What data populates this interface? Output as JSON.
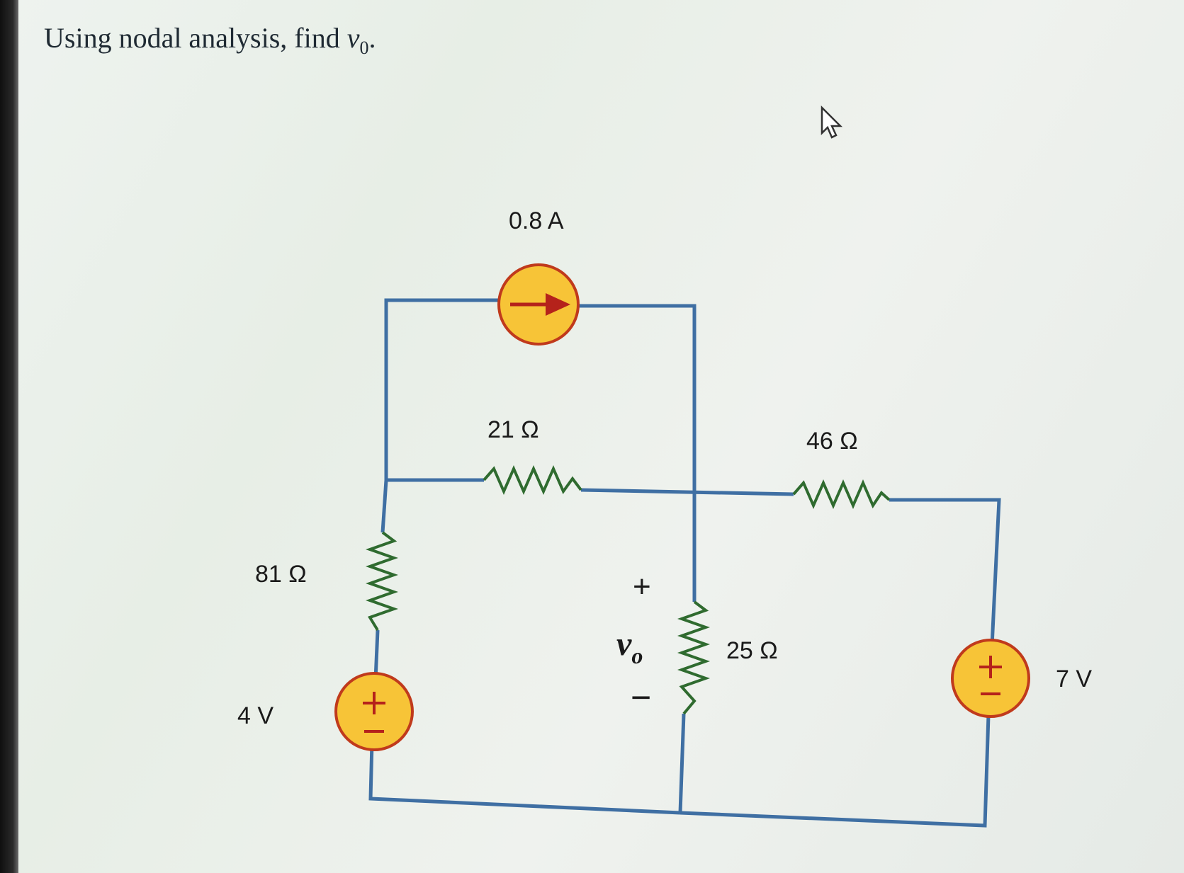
{
  "question": {
    "prefix": "Using nodal analysis, find ",
    "var": "v",
    "sub": "0",
    "suffix": "."
  },
  "circuit": {
    "current_source": {
      "label": "0.8 A"
    },
    "resistor_21": {
      "label": "21 Ω"
    },
    "resistor_46": {
      "label": "46 Ω"
    },
    "resistor_81": {
      "label": "81 Ω"
    },
    "resistor_25": {
      "label": "25 Ω"
    },
    "voltage_source_left": {
      "label": "4 V"
    },
    "voltage_source_right": {
      "label": "7 V"
    },
    "vo_label": {
      "var": "v",
      "sub": "o",
      "plus": "+",
      "minus": "−"
    }
  },
  "colors": {
    "wire": "#3f6fa3",
    "resistor": "#2f6b2f",
    "source_fill": "#f7c437",
    "source_stroke": "#c03a1c"
  },
  "icons": [
    "mouse-cursor-icon",
    "arrow-right-icon",
    "plus-sign-icon",
    "minus-sign-icon"
  ]
}
